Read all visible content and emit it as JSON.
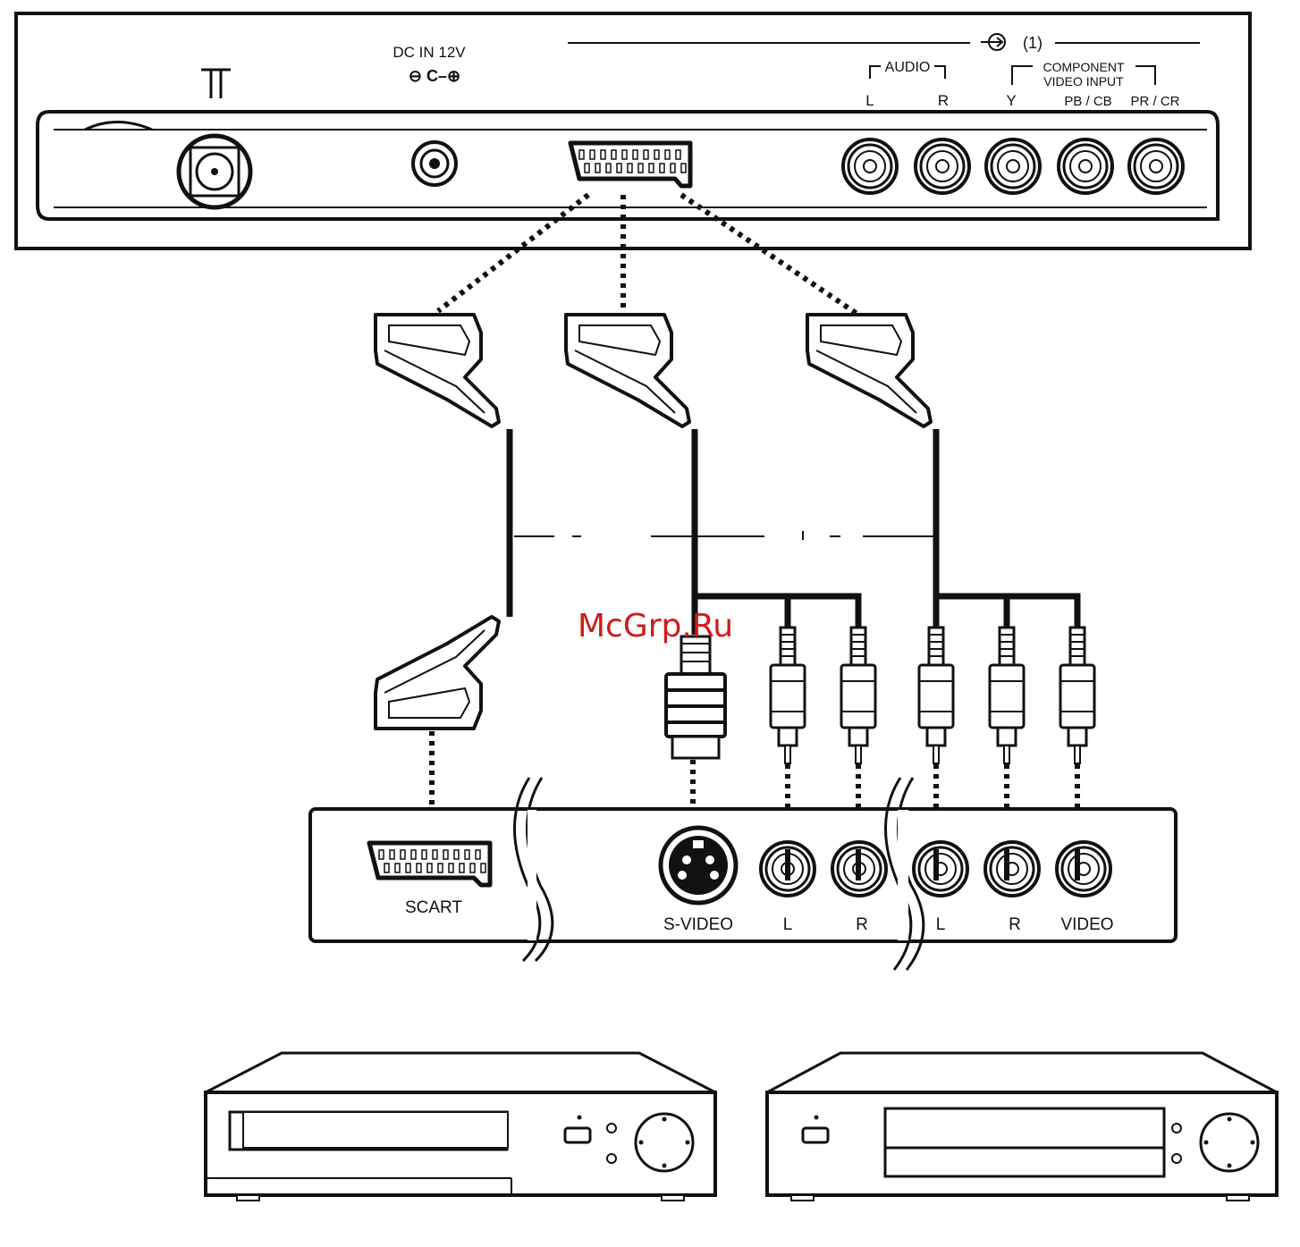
{
  "tv_panel": {
    "antenna_symbol": "antenna-symbol-icon",
    "dc_in_label": "DC IN 12V",
    "dc_polarity_symbol": "⊖ C–⊕",
    "input_marker": "(1)",
    "input_icon": "input-arrow-icon",
    "audio_group_label": "AUDIO",
    "audio_l": "L",
    "audio_r": "R",
    "component_label_1": "COMPONENT",
    "component_label_2": "VIDEO INPUT",
    "y_label": "Y",
    "pb_label": "PB / CB",
    "pr_label": "PR / CR"
  },
  "device_panel": {
    "scart_label": "SCART",
    "svideo_label": "S-VIDEO",
    "l1_label": "L",
    "r1_label": "R",
    "l2_label": "L",
    "r2_label": "R",
    "video_label": "VIDEO"
  },
  "watermark": "McGrp.Ru",
  "colors": {
    "line": "#111111",
    "watermark": "#d11a1a",
    "background": "#ffffff"
  }
}
